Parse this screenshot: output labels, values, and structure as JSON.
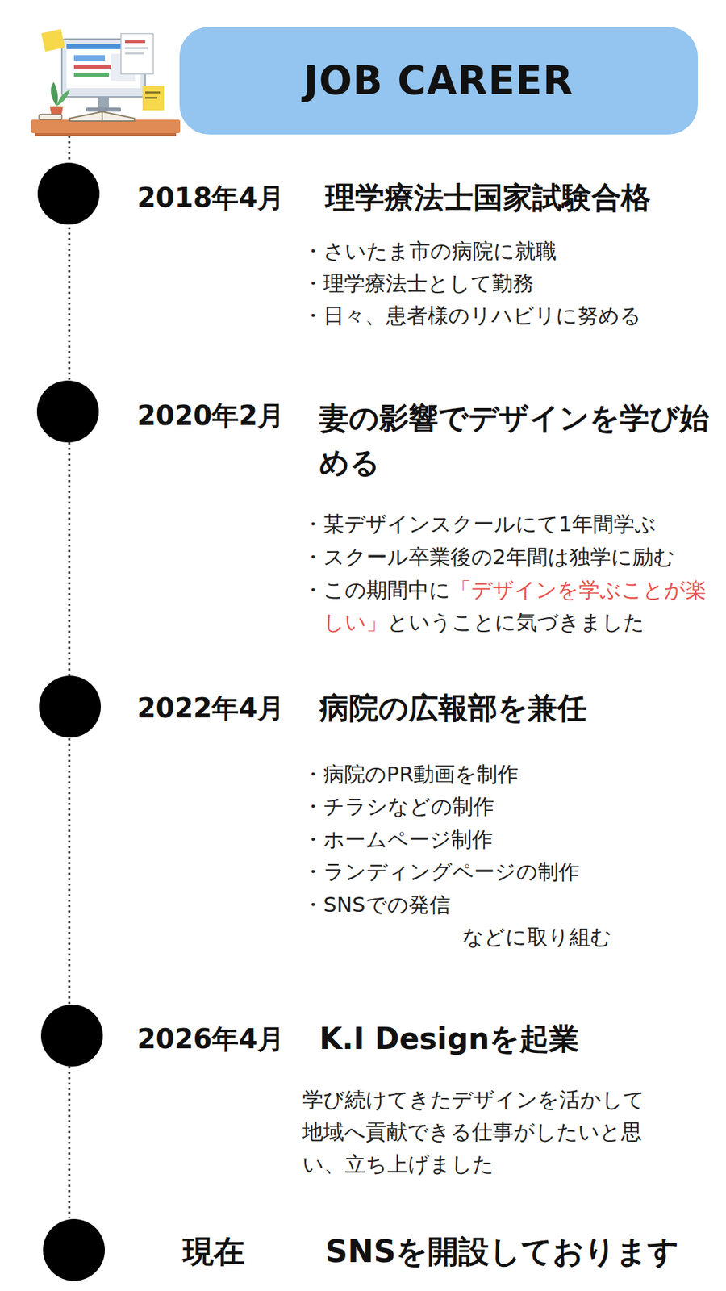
{
  "diagram": {
    "title": "JOB CAREER",
    "labels": [
      "2018年4月",
      "理学療法士国家試験合格",
      "・さいたま市の病院に就職",
      "・理学療法士として勤務",
      "・日々、患者様のリハビリに努める",
      "2020年2月",
      "妻の影響でデザインを学び始める",
      "・某デザインスクールにて1年間学ぶ",
      "・スクール卒業後の2年間は独学に励む",
      "・この期間中に",
      "「デザインを学ぶことが楽しい」",
      "ということに気づきました",
      "2022年4月",
      "病院の広報部を兼任",
      "・病院のPR動画を制作",
      "・チラシなどの制作",
      "・ホームページ制作",
      "・ランディングページの制作",
      "・SNSでの発信",
      "などに取り組む",
      "2026年4月",
      "K.I Designを起業",
      "学び続けてきたデザインを活かして地域へ貢献できる仕事がしたいと思い、立ち上げました",
      "現在",
      "SNSを開設しております"
    ]
  }
}
